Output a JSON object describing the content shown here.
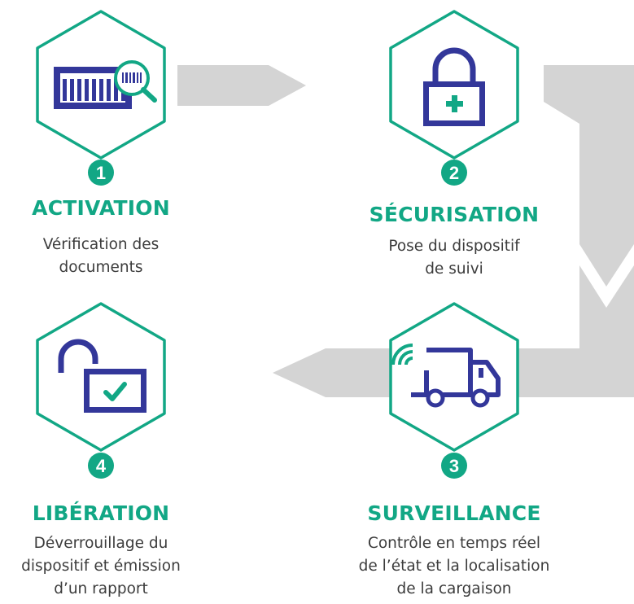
{
  "colors": {
    "accent": "#12a785",
    "icon": "#33379a",
    "arrow": "#d4d4d4",
    "text": "#3c3c3c"
  },
  "steps": [
    {
      "number": "1",
      "title": "ACTIVATION",
      "icon": "container-barcode-magnifier-icon",
      "description": [
        "Vérification des",
        "documents"
      ]
    },
    {
      "number": "2",
      "title": "SÉCURISATION",
      "icon": "padlock-closed-icon",
      "description": [
        "Pose du dispositif",
        "de suivi"
      ]
    },
    {
      "number": "3",
      "title": "SURVEILLANCE",
      "icon": "connected-truck-icon",
      "description": [
        "Contrôle en temps réel",
        "de l’état et la localisation",
        "de la cargaison"
      ]
    },
    {
      "number": "4",
      "title": "LIBÉRATION",
      "icon": "padlock-open-icon",
      "description": [
        "Déverrouillage du",
        "dispositif et émission",
        "d’un rapport"
      ]
    }
  ]
}
